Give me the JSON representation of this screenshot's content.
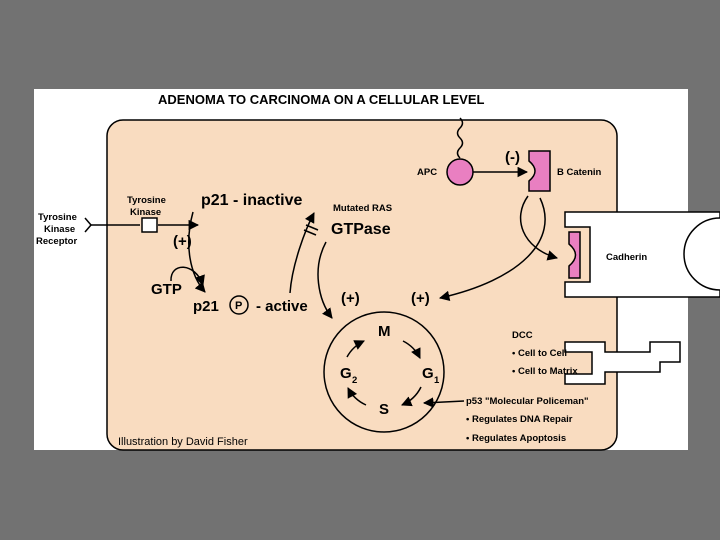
{
  "title": "ADENOMA TO CARCINOMA ON A CELLULAR LEVEL",
  "colors": {
    "background": "#727272",
    "panel": "#ffffff",
    "cell_fill": "#f9dcc0",
    "apc_pink": "#e97fc1"
  },
  "labels": {
    "tyrosine_kinase_receptor": [
      "Tyrosine",
      "Kinase",
      "Receptor"
    ],
    "tyrosine_kinase": [
      "Tyrosine",
      "Kinase"
    ],
    "plus_tk": "(+)",
    "p21_inactive": "p21 - inactive",
    "mutated_ras": "Mutated RAS",
    "gtpase": "GTPase",
    "gtp": "GTP",
    "p21_active_prefix": "p21",
    "p_marker": "P",
    "p21_active_suffix": "- active",
    "plus_ras": "(+)",
    "plus_bcat": "(+)",
    "apc": "APC",
    "minus": "(-)",
    "b_catenin": "B Catenin",
    "cadherin": "Cadherin",
    "dcc": "DCC",
    "dcc_items": [
      "• Cell to Cell",
      "• Cell to Matrix"
    ],
    "p53": "p53 \"Molecular Policeman\"",
    "p53_items": [
      "• Regulates DNA Repair",
      "• Regulates Apoptosis"
    ],
    "cycle_m": "M",
    "cycle_g2": "G",
    "cycle_g2_sub": "2",
    "cycle_g1": "G",
    "cycle_g1_sub": "1",
    "cycle_s": "S",
    "credit": "Illustration by David Fisher"
  }
}
